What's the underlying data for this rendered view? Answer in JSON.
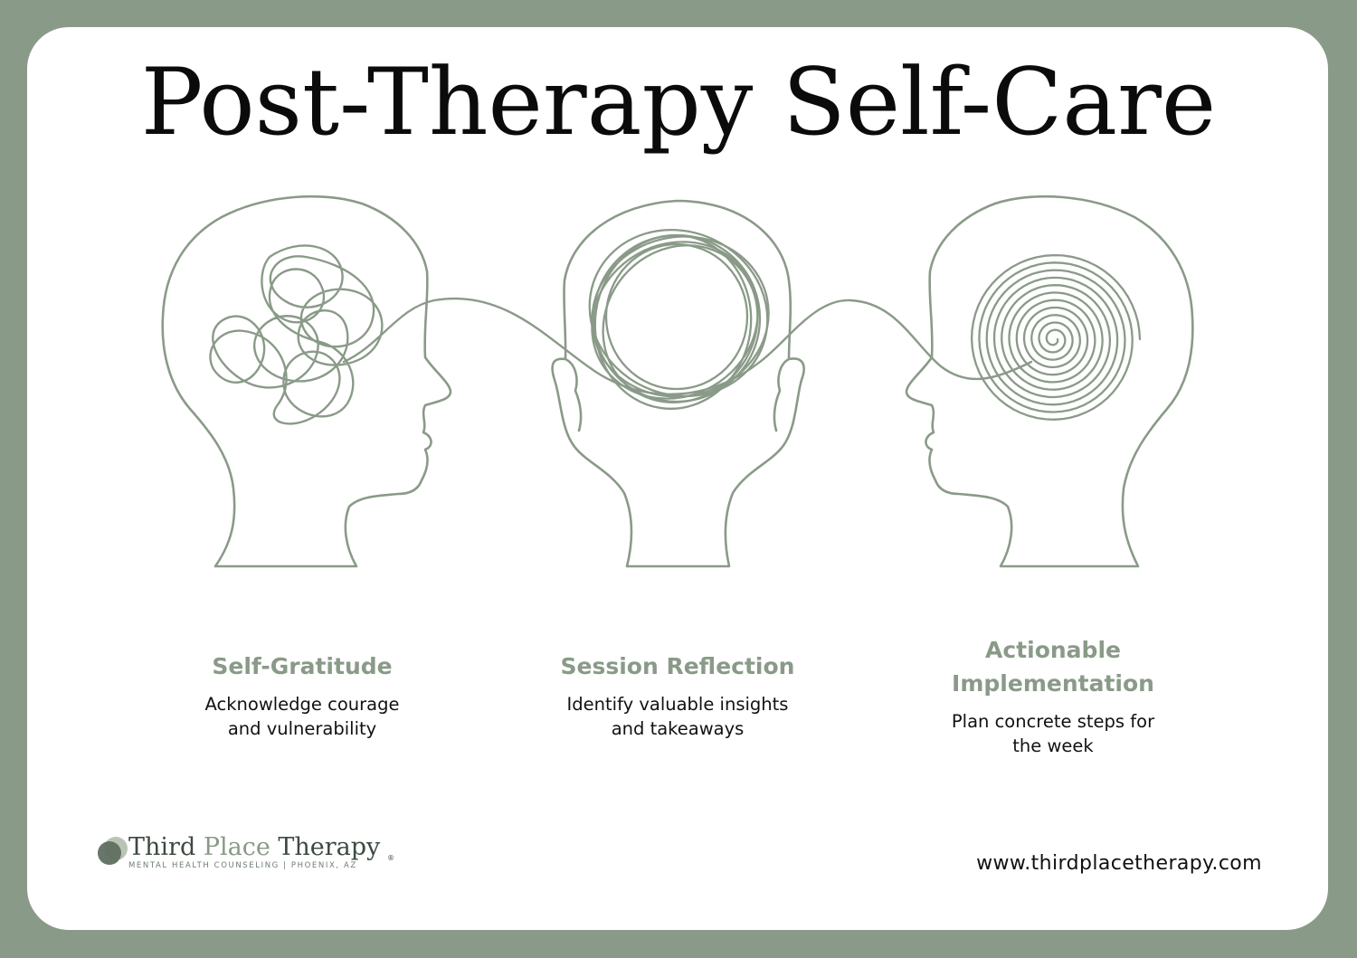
{
  "title": "Post-Therapy Self-Care",
  "steps": [
    {
      "heading_lines": [
        "Self-Gratitude"
      ],
      "description_lines": [
        "Acknowledge courage",
        "and vulnerability"
      ]
    },
    {
      "heading_lines": [
        "Session Reflection"
      ],
      "description_lines": [
        "Identify valuable insights",
        "and takeaways"
      ]
    },
    {
      "heading_lines": [
        "Actionable",
        "Implementation"
      ],
      "description_lines": [
        "Plan concrete steps for",
        "the week"
      ]
    }
  ],
  "logo": {
    "name_part1": "Third ",
    "name_part2": "Place",
    "name_part3": " Therapy",
    "tagline": "MENTAL HEALTH COUNSELING | PHOENIX, AZ",
    "registered": "®"
  },
  "website": "www.thirdplacetherapy.com",
  "colors": {
    "frame": "#8a9a88",
    "card": "#ffffff",
    "line_art": "#8a9a88",
    "title": "#0b0b0b",
    "heading": "#8a9a88"
  },
  "icons": [
    "head-profile-right-icon",
    "tangled-scribble-icon",
    "head-back-icon",
    "circular-scribble-icon",
    "head-profile-left-icon",
    "spiral-icon",
    "connecting-thread-icon",
    "logo-circles-icon"
  ]
}
